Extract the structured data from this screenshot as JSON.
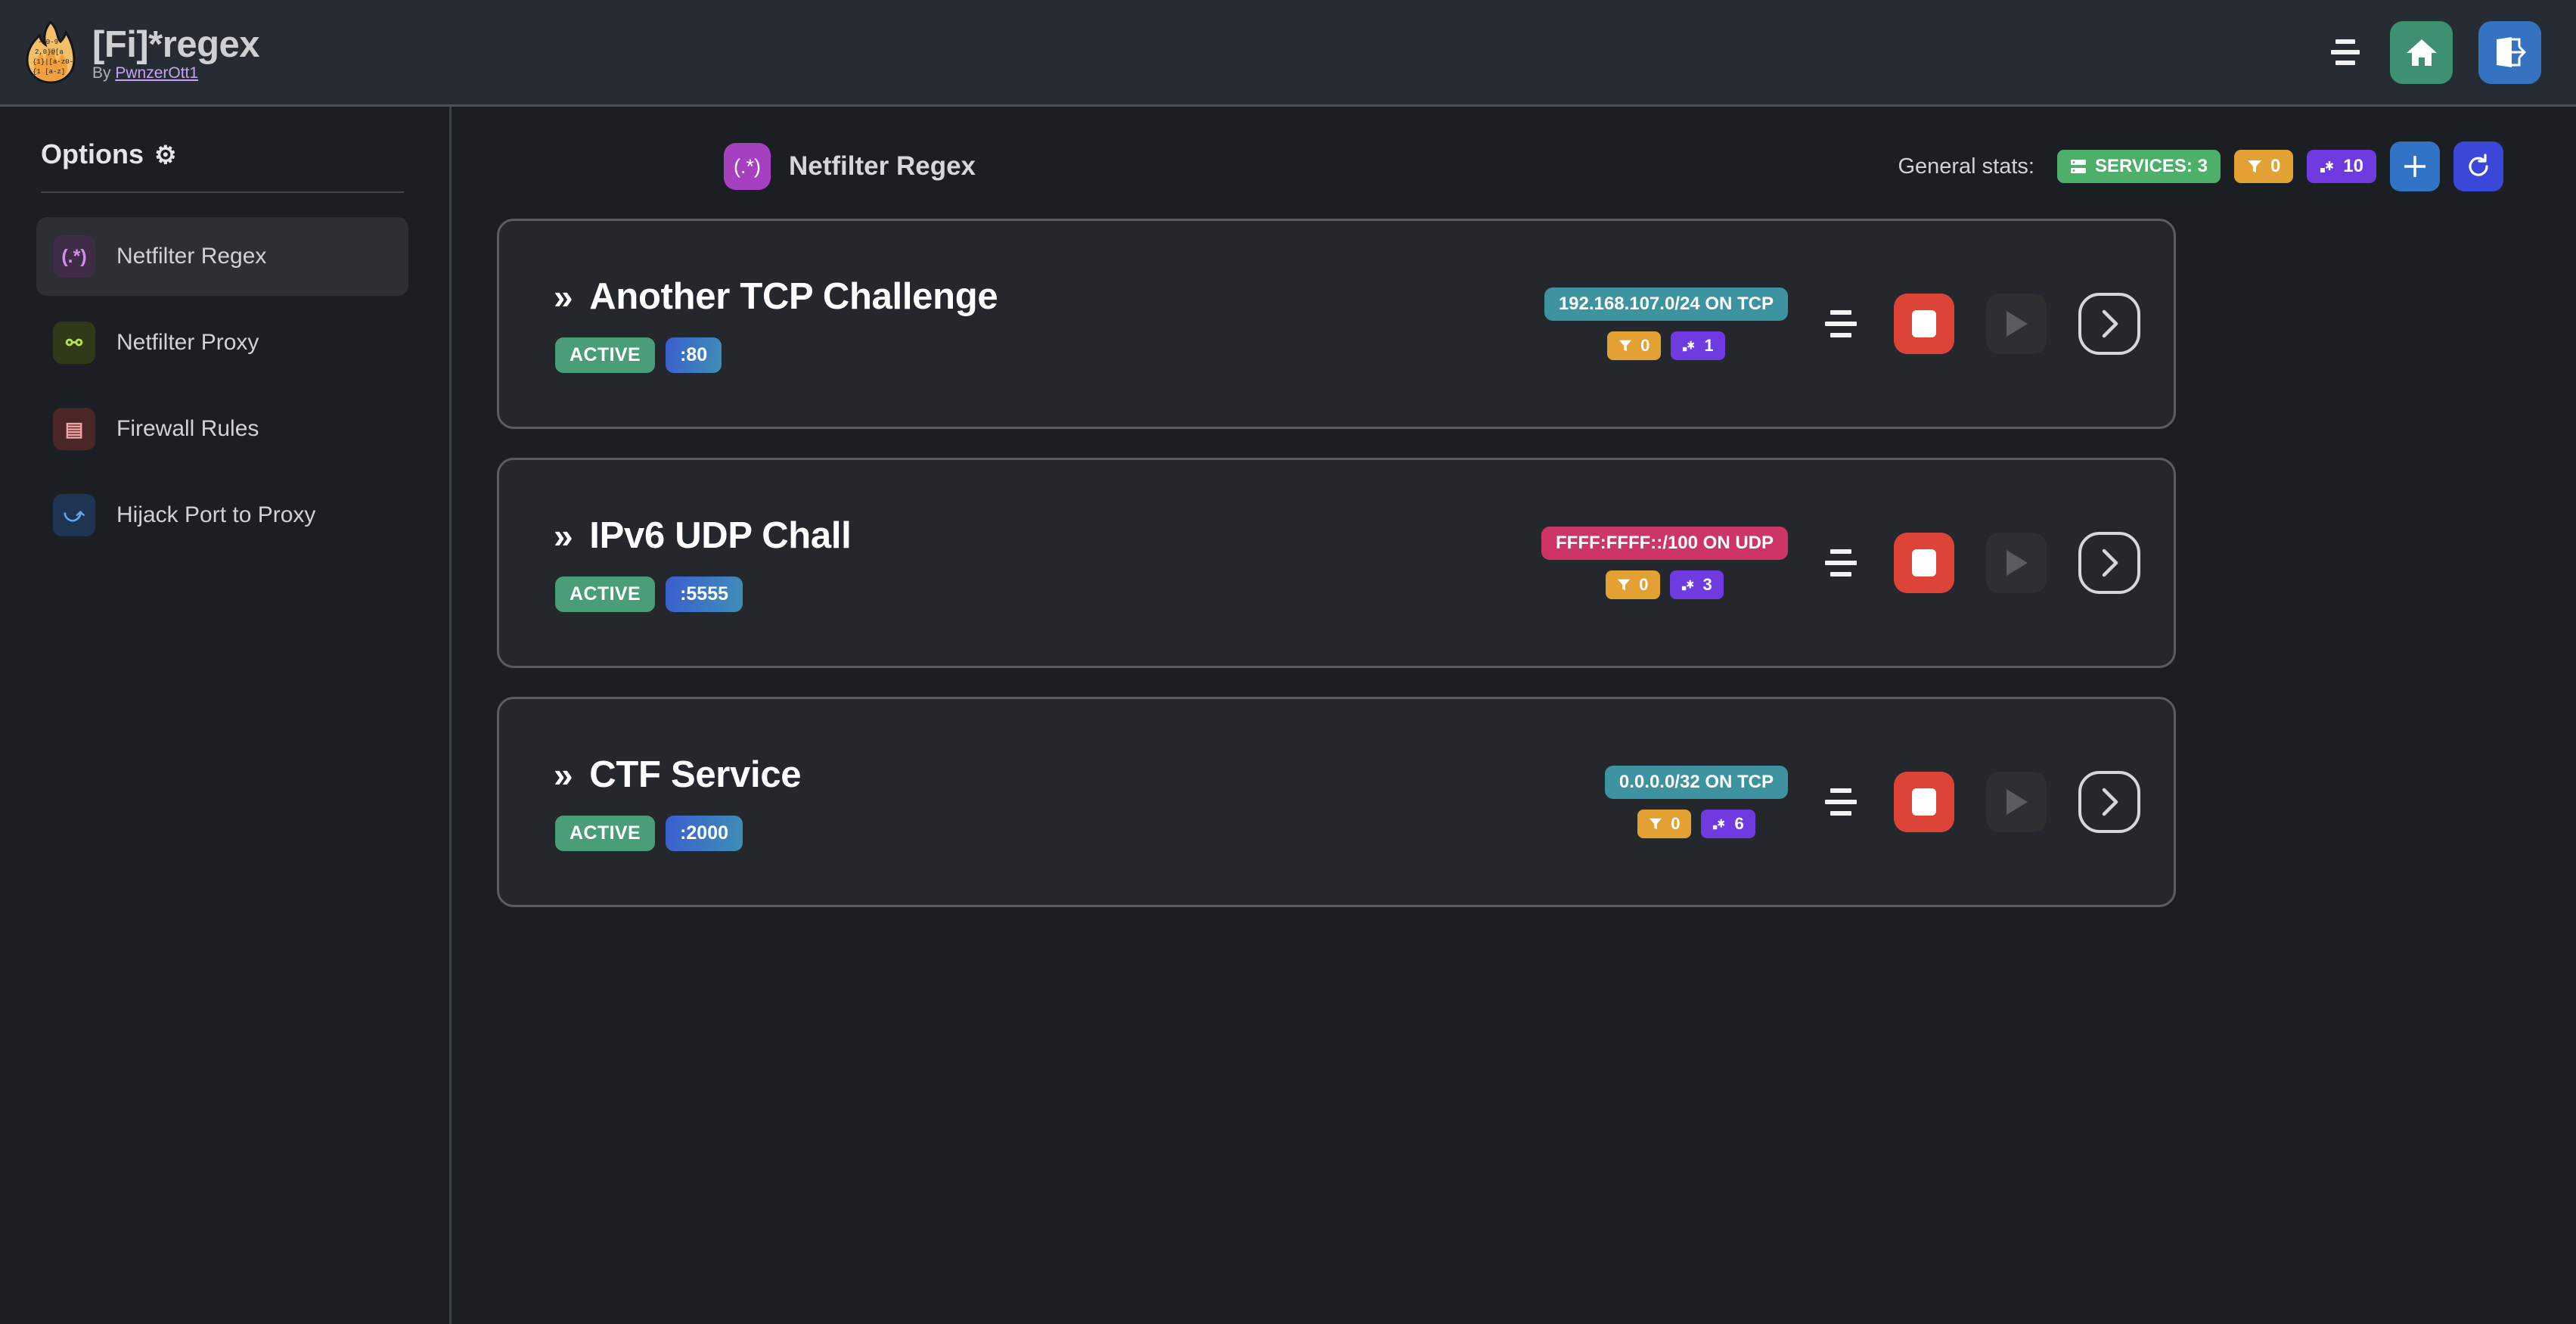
{
  "header": {
    "logo_icon": "flame-regex-logo",
    "title": "[Fi]*regex",
    "byline_prefix": "By ",
    "byline_author": "PwnzerOtt1",
    "menu_icon": "menu-lines-icon",
    "home_icon": "home-icon",
    "logout_icon": "logout-icon",
    "colors": {
      "home": "#3d9070",
      "logout": "#3573c0",
      "bar": "#272c34"
    }
  },
  "sidebar": {
    "title": "Options",
    "gear_icon": "⚙",
    "items": [
      {
        "label": "Netfilter Regex",
        "icon": "(.*)",
        "icon_name": "regex-icon",
        "active": true
      },
      {
        "label": "Netfilter Proxy",
        "icon": "⚯",
        "icon_name": "proxy-icon",
        "active": false
      },
      {
        "label": "Firewall Rules",
        "icon": "▤",
        "icon_name": "brick-wall-icon",
        "active": false
      },
      {
        "label": "Hijack Port to Proxy",
        "icon": "⤻",
        "icon_name": "fork-arrow-icon",
        "active": false
      }
    ]
  },
  "main": {
    "page_icon": "(.*)",
    "page_title": "Netfilter Regex",
    "stats_label": "General stats:",
    "stats": [
      {
        "key": "services",
        "icon": "server-icon",
        "text": "SERVICES: 3",
        "color": "#4caf6a"
      },
      {
        "key": "filters",
        "icon": "filter-icon",
        "text": "0",
        "color": "#e3a033"
      },
      {
        "key": "regexes",
        "icon": "regex-icon",
        "text": "10",
        "color": "#6f3ae0"
      }
    ],
    "add_button": "+",
    "refresh_button": "refresh-icon",
    "services": [
      {
        "chevron": "»",
        "name": "Another TCP Challenge",
        "status": "ACTIVE",
        "port": ":80",
        "network": "192.168.107.0/24 ON TCP",
        "protocol": "TCP",
        "filters": "0",
        "regexes": "1",
        "menu_icon": "lines-icon",
        "stop_icon": "stop-icon",
        "play_icon": "play-icon",
        "goto_icon": "chevron-right-icon"
      },
      {
        "chevron": "»",
        "name": "IPv6 UDP Chall",
        "status": "ACTIVE",
        "port": ":5555",
        "network": "FFFF:FFFF::/100 ON UDP",
        "protocol": "UDP",
        "filters": "0",
        "regexes": "3",
        "menu_icon": "lines-icon",
        "stop_icon": "stop-icon",
        "play_icon": "play-icon",
        "goto_icon": "chevron-right-icon"
      },
      {
        "chevron": "»",
        "name": "CTF Service",
        "status": "ACTIVE",
        "port": ":2000",
        "network": "0.0.0.0/32 ON TCP",
        "protocol": "TCP",
        "filters": "0",
        "regexes": "6",
        "menu_icon": "lines-icon",
        "stop_icon": "stop-icon",
        "play_icon": "play-icon",
        "goto_icon": "chevron-right-icon"
      }
    ]
  }
}
